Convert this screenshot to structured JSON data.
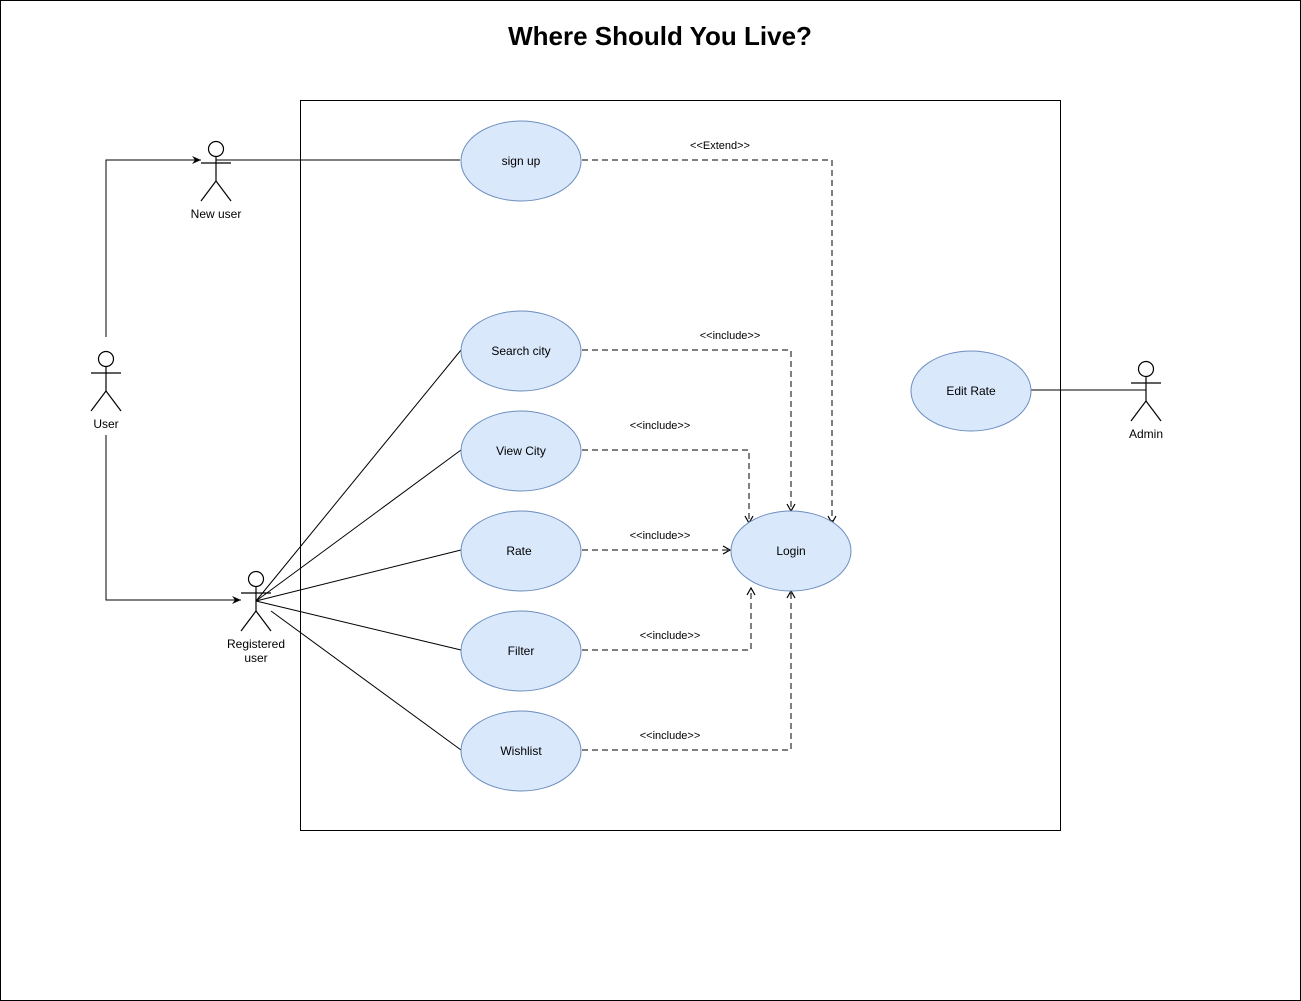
{
  "title": "Where Should You Live?",
  "actors": {
    "user": "User",
    "new_user": "New user",
    "registered_user_line1": "Registered",
    "registered_user_line2": "user",
    "admin": "Admin"
  },
  "use_cases": {
    "sign_up": "sign up",
    "search_city": "Search city",
    "view_city": "View City",
    "rate": "Rate",
    "filter": "Filter",
    "wishlist": "Wishlist",
    "login": "Login",
    "edit_rate": "Edit Rate"
  },
  "relations": {
    "extend": "<<Extend>>",
    "include_search": "<<include>>",
    "include_view": "<<include>>",
    "include_rate": "<<include>>",
    "include_filter": "<<include>>",
    "include_wishlist": "<<include>>"
  },
  "colors": {
    "usecase_fill": "#dae8fc",
    "usecase_stroke": "#6c8ebf"
  }
}
